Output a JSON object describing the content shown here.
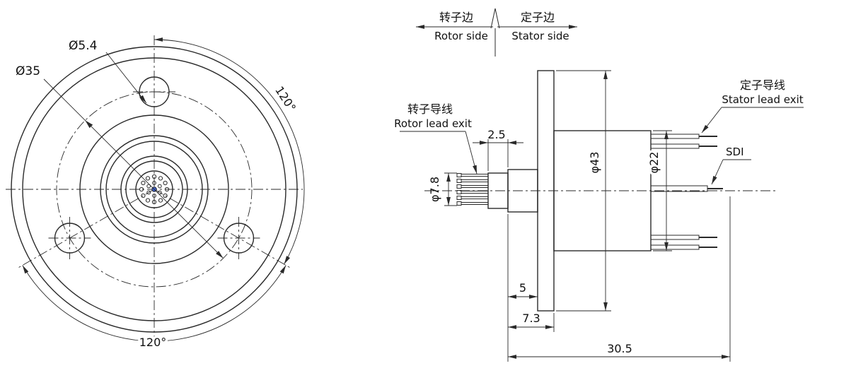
{
  "front_view": {
    "dim_hole": "Ø5.4",
    "dim_bolt_circle": "Ø35",
    "angle_top": "120°",
    "angle_bottom": "120°"
  },
  "side_view": {
    "rotor_side": {
      "cn": "转子边",
      "en": "Rotor side"
    },
    "stator_side": {
      "cn": "定子边",
      "en": "Stator side"
    },
    "rotor_lead": {
      "cn": "转子导线",
      "en": "Rotor lead exit"
    },
    "stator_lead": {
      "cn": "定子导线",
      "en": "Stator lead exit"
    },
    "sdi_label": "SDI",
    "dim_pin_offset": "2.5",
    "dim_pin_circle": "φ7.8",
    "dim_flange": "φ43",
    "dim_body": "φ22",
    "dim_shaft_len": "5",
    "dim_flange_len": "7.3",
    "dim_total_len": "30.5"
  },
  "colors": {
    "line": "#2a2a2a",
    "background": "#ffffff",
    "center_dot": "#3b5fd0"
  }
}
